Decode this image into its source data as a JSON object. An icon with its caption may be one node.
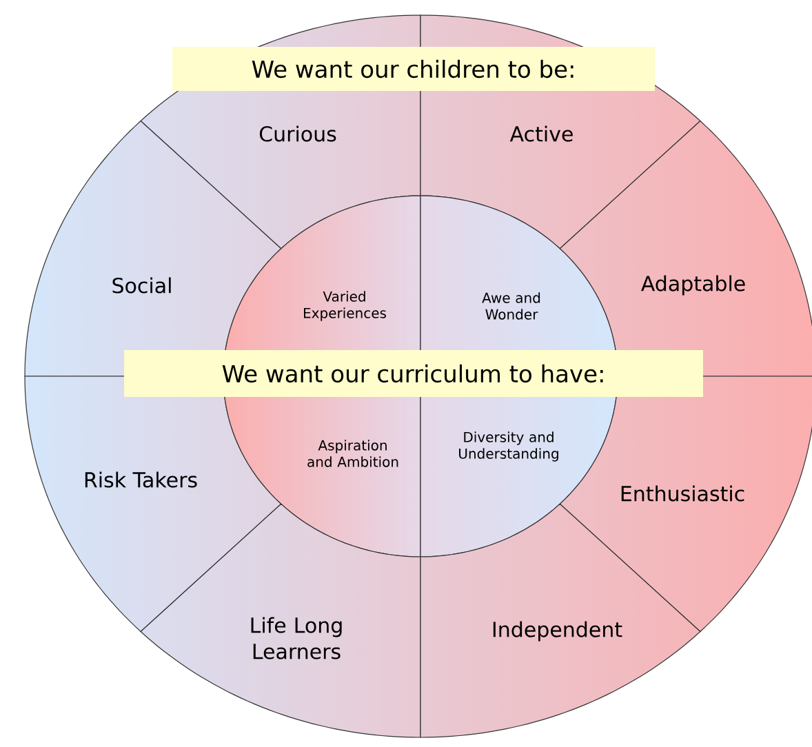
{
  "diagram": {
    "nodes": [
      {
        "text": [
          "We want our children to be:"
        ]
      },
      {
        "text": [
          "Curious"
        ]
      },
      {
        "text": [
          "Active"
        ]
      },
      {
        "text": [
          "Social"
        ]
      },
      {
        "text": [
          "Adaptable"
        ]
      },
      {
        "text": [
          "Varied Experiences"
        ]
      },
      {
        "text": [
          "Awe and Wonder"
        ]
      },
      {
        "text": [
          "We want our curriculum to have:"
        ]
      },
      {
        "text": [
          "Risk Takers"
        ]
      },
      {
        "text": [
          "Aspiration and Ambition"
        ]
      },
      {
        "text": [
          "Diversity and Understanding"
        ]
      },
      {
        "text": [
          "Enthusiastic"
        ]
      },
      {
        "text": [
          "Life Long Learners"
        ]
      },
      {
        "text": [
          "Independent"
        ]
      }
    ]
  }
}
